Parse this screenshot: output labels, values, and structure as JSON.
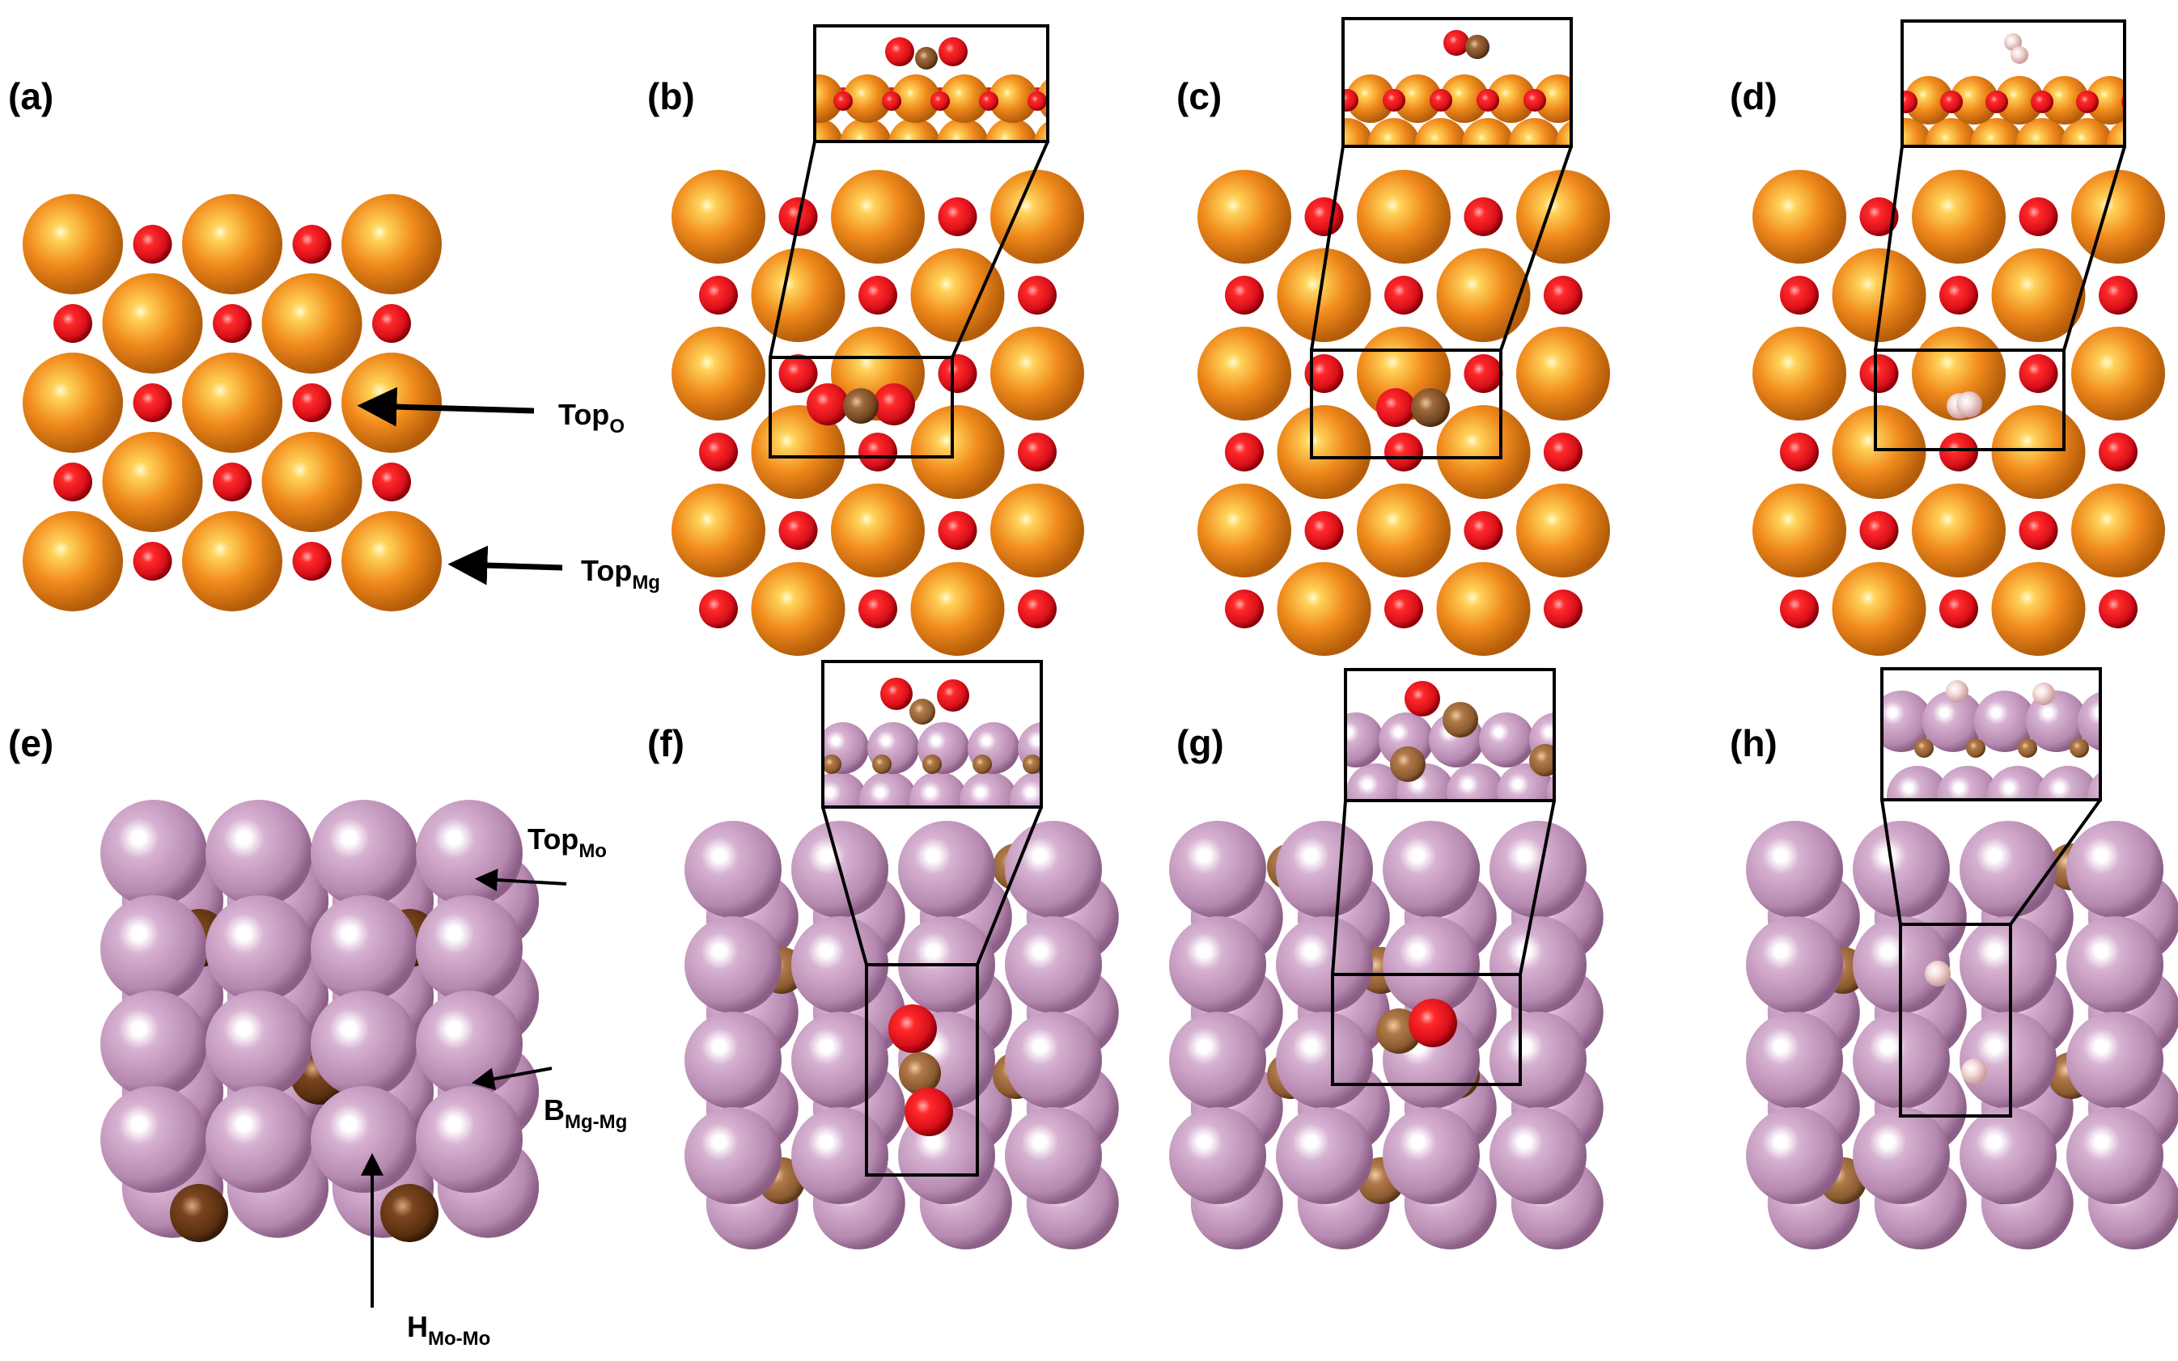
{
  "panels": [
    {
      "id": "a",
      "label": "(a)"
    },
    {
      "id": "b",
      "label": "(b)"
    },
    {
      "id": "c",
      "label": "(c)"
    },
    {
      "id": "d",
      "label": "(d)"
    },
    {
      "id": "e",
      "label": "(e)"
    },
    {
      "id": "f",
      "label": "(f)"
    },
    {
      "id": "g",
      "label": "(g)"
    },
    {
      "id": "h",
      "label": "(h)"
    }
  ],
  "site_labels": {
    "top_o": {
      "main": "Top",
      "sub": "O"
    },
    "top_mg": {
      "main": "Top",
      "sub": "Mg"
    },
    "top_mo": {
      "main": "Top",
      "sub": "Mo"
    },
    "b_mg_mg": {
      "main": "B",
      "sub": "Mg-Mg"
    },
    "h_mo_mo": {
      "main": "H",
      "sub": "Mo-Mo"
    }
  },
  "colors": {
    "mg_atom": "#f08a1c",
    "o_atom": "#e8141c",
    "c_atom": "#8a5a34",
    "mo_atom": "#c496bd",
    "c_atom_carbide": "#7a4520",
    "h_atom": "#f3d6d6"
  }
}
